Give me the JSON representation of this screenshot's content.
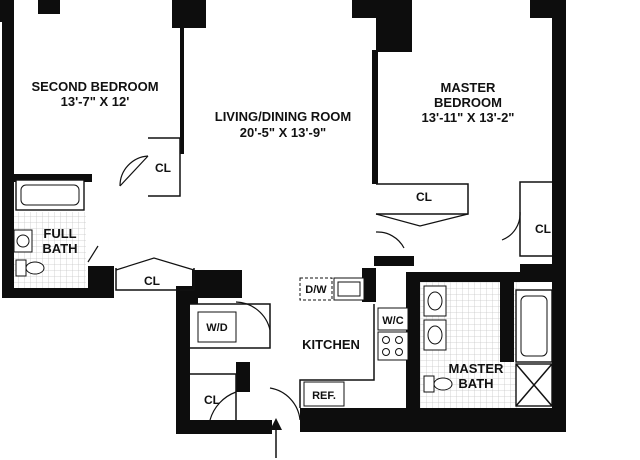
{
  "plan": {
    "rooms": {
      "second_bedroom": {
        "name": "SECOND BEDROOM",
        "dims": "13'-7\" X 12'"
      },
      "living_dining": {
        "name": "LIVING/DINING ROOM",
        "dims": "20'-5\" X 13'-9\""
      },
      "master_bedroom": {
        "name_line1": "MASTER",
        "name_line2": "BEDROOM",
        "dims": "13'-11\" X 13'-2\""
      },
      "full_bath": {
        "line1": "FULL",
        "line2": "BATH"
      },
      "master_bath": {
        "line1": "MASTER",
        "line2": "BATH"
      },
      "kitchen": {
        "name": "KITCHEN"
      }
    },
    "fixtures": {
      "closet": "CL",
      "washer_dryer": "W/D",
      "dishwasher": "D/W",
      "wall_closet": "W/C",
      "refrigerator": "REF."
    },
    "colors": {
      "wall": "#0d0d0d",
      "tile": "#c8c8c8",
      "background": "#ffffff"
    }
  }
}
